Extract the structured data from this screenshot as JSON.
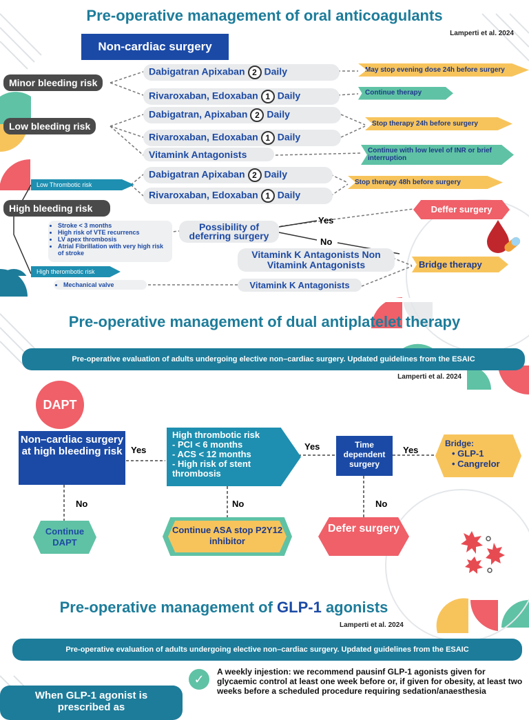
{
  "section1": {
    "title": "Pre-operative management of oral anticoagulants",
    "reference": "Lamperti et al. 2024",
    "header": "Non-cardiac surgery",
    "minor": {
      "label": "Minor bleeding risk",
      "drug1": "Dabigatran Apixaban",
      "drug1_dose": "2",
      "drug1_freq": "Daily",
      "drug2": "Rivaroxaban, Edoxaban",
      "drug2_dose": "1",
      "drug2_freq": "Daily",
      "action1": "May stop evening dose 24h before surgery",
      "action2": "Continue therapy"
    },
    "low": {
      "label": "Low bleeding risk",
      "drug1": "Dabigatran, Apixaban",
      "drug1_dose": "2",
      "drug1_freq": "Daily",
      "drug2": "Rivaroxaban, Edoxaban",
      "drug2_dose": "1",
      "drug2_freq": "Daily",
      "drug3": "Vitamink Antagonists",
      "action1": "Stop therapy 24h before surgery",
      "action2": "Continue with low level of INR or brief interruption"
    },
    "high": {
      "label": "High bleeding risk",
      "low_thrombotic": "Low Thrombotic risk",
      "drug1": "Dabigatran Apixaban",
      "drug1_dose": "2",
      "drug1_freq": "Daily",
      "drug2": "Rivaroxaban, Edoxaban",
      "drug2_dose": "1",
      "drug2_freq": "Daily",
      "action1": "Stop therapy 48h before surgery",
      "conditions": [
        "Stroke < 3 months",
        "High risk of VTE recurrencs",
        "LV apex thrombosis",
        "Atrial Fibrillation with very high risk of stroke"
      ],
      "deferring": "Possibility of deferring surgery",
      "yes": "Yes",
      "no": "No",
      "defer": "Deffer surgery",
      "vka_both": "Vitamink K Antagonists Non Vitamink Antagonists",
      "bridge": "Bridge therapy",
      "high_thrombotic": "High therombotic risk",
      "mechanical": "Mechanical valve",
      "vka": "Vitamink K Antagonists"
    }
  },
  "section2": {
    "title": "Pre-operative management of dual antiplatelet therapy",
    "banner": "Pre-operative evaluation of adults undergoing elective non–cardiac surgery. Updated guidelines from the ESAIC",
    "reference": "Lamperti et al. 2024",
    "dapt": "DAPT",
    "box1": "Non–cardiac surgery at high bleeding risk",
    "box2_title": "High thrombotic risk",
    "box2_items": [
      "- PCI < 6 months",
      "- ACS  < 12 months",
      "- High risk of stent thrombosis"
    ],
    "box3": "Time dependent surgery",
    "bridge_title": "Bridge:",
    "bridge_items": [
      "GLP-1",
      "Cangrelor"
    ],
    "yes": "Yes",
    "no": "No",
    "continue_dapt": "Continue DAPT",
    "continue_asa": "Continue ASA stop P2Y12 inhibitor",
    "defer": "Defer surgery"
  },
  "section3": {
    "title_prefix": "Pre-operative management of ",
    "title_highlight": "GLP-1",
    "title_suffix": " agonists",
    "reference": "Lamperti et al. 2024",
    "banner": "Pre-operative evaluation of adults undergoing elective non–cardiac surgery. Updated guidelines from the ESAIC",
    "weekly_text": "A weekly injestion: we recommend pausinf GLP-1 agonists given for glycaemic control at least one week before or, if given for obesity, at least two weeks before a scheduled procedure requiring sedation/anaesthesia",
    "when_box": "When GLP-1 agonist is prescribed as"
  },
  "colors": {
    "teal": "#1d7c9a",
    "navy": "#1b4aa6",
    "yellow": "#f7c45c",
    "mint": "#5fc2a5",
    "coral": "#ef6069"
  }
}
